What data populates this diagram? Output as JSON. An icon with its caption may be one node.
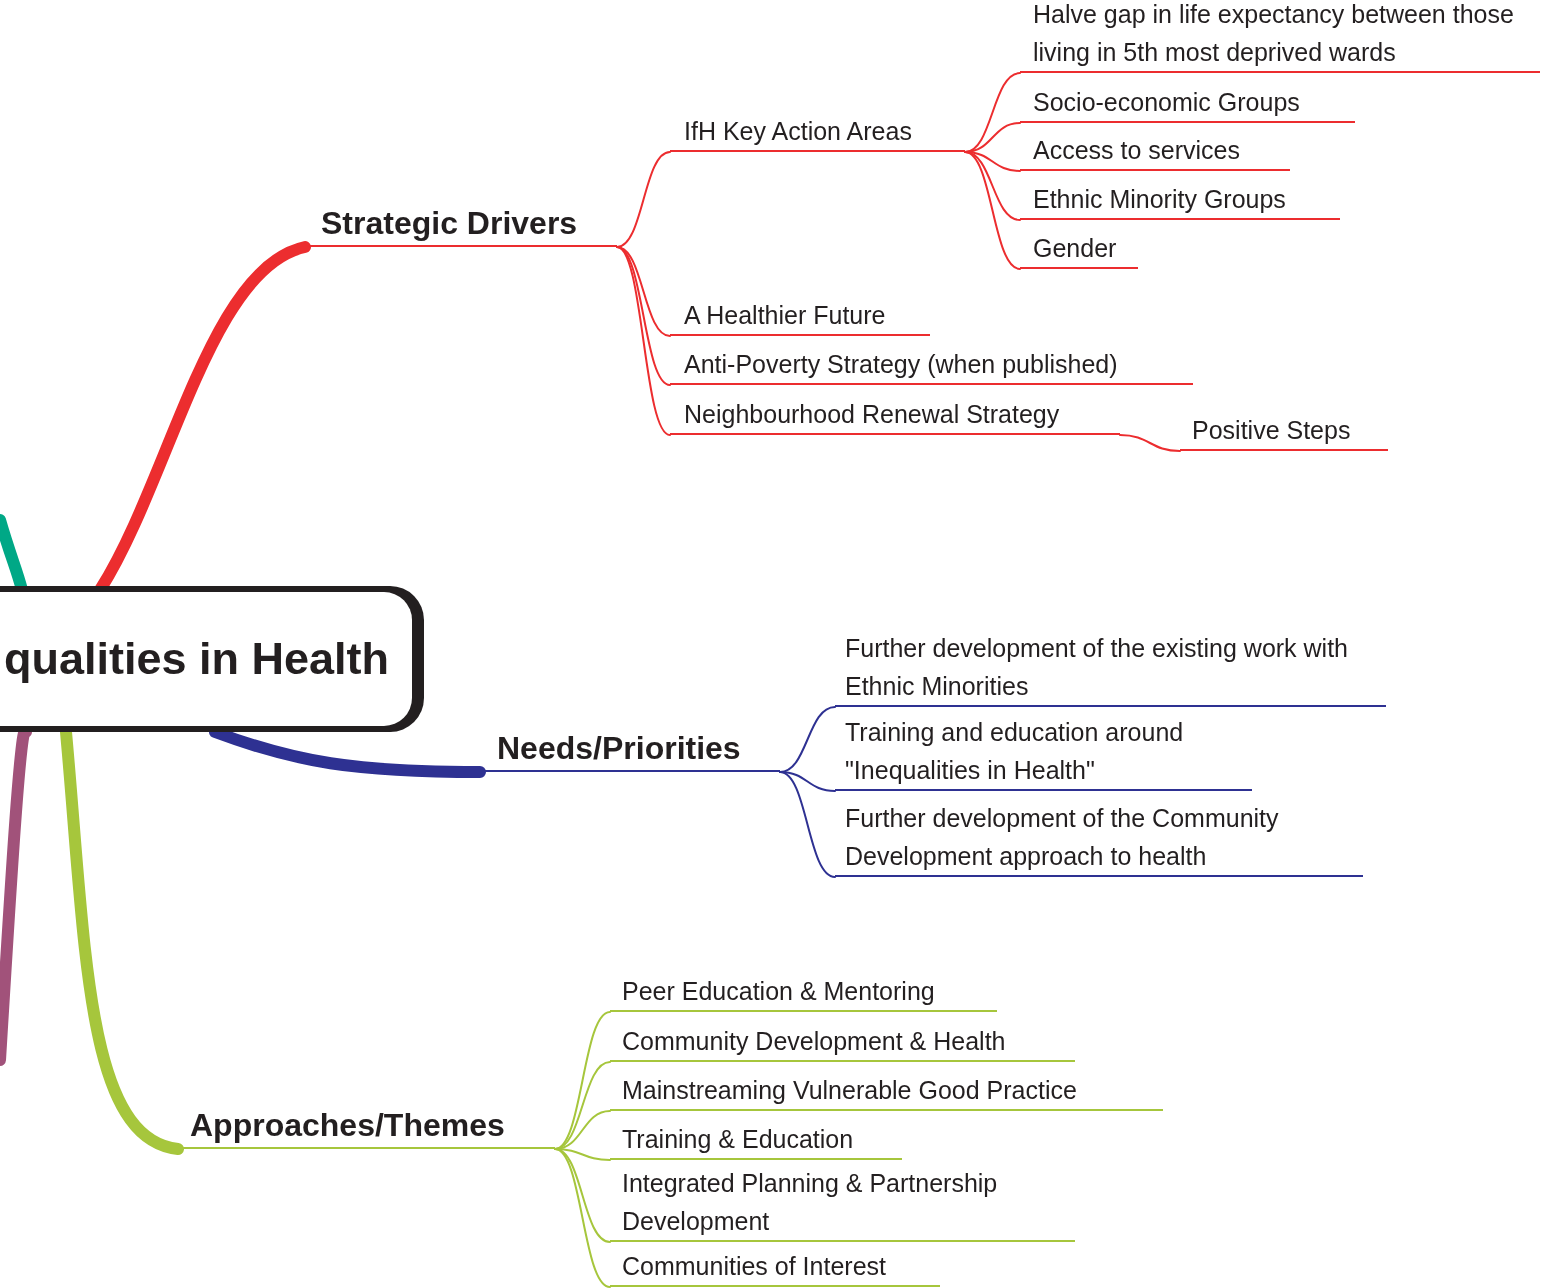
{
  "diagram": {
    "nodes": [
      {
        "text": [
          "qualities in Health"
        ]
      },
      {
        "text": [
          "Strategic Drivers"
        ]
      },
      {
        "text": [
          "IfH Key Action Areas"
        ]
      },
      {
        "text": [
          "Halve gap in life expectancy between those living in 5th most deprived wards"
        ]
      },
      {
        "text": [
          "Socio-economic Groups"
        ]
      },
      {
        "text": [
          "Access to services"
        ]
      },
      {
        "text": [
          "Ethnic Minority Groups"
        ]
      },
      {
        "text": [
          "Gender"
        ]
      },
      {
        "text": [
          "A Healthier Future"
        ]
      },
      {
        "text": [
          "Anti-Poverty Strategy (when published)"
        ]
      },
      {
        "text": [
          "Neighbourhood Renewal Strategy"
        ]
      },
      {
        "text": [
          "Positive Steps"
        ]
      },
      {
        "text": [
          "Needs/Priorities"
        ]
      },
      {
        "text": [
          "Further development of the existing work with Ethnic Minorities"
        ]
      },
      {
        "text": [
          "Training and education around \"Inequalities in Health\""
        ]
      },
      {
        "text": [
          "Further development of the Community Development approach to health"
        ]
      },
      {
        "text": [
          "Approaches/Themes"
        ]
      },
      {
        "text": [
          "Peer Education & Mentoring"
        ]
      },
      {
        "text": [
          "Community Development & Health"
        ]
      },
      {
        "text": [
          "Mainstreaming Vulnerable Good Practice"
        ]
      },
      {
        "text": [
          "Training & Education"
        ]
      },
      {
        "text": [
          "Integrated Planning & Partnership Development"
        ]
      },
      {
        "text": [
          "Communities of Interest"
        ]
      }
    ],
    "edges": [
      {
        "from": 0,
        "to": 1,
        "arrow": "none",
        "style": "thick",
        "color": "#ec2d2f"
      },
      {
        "from": 1,
        "to": 2,
        "arrow": "none",
        "color": "#ec2d2f"
      },
      {
        "from": 2,
        "to": 3,
        "arrow": "none",
        "color": "#ec2d2f"
      },
      {
        "from": 2,
        "to": 4,
        "arrow": "none",
        "color": "#ec2d2f"
      },
      {
        "from": 2,
        "to": 5,
        "arrow": "none",
        "color": "#ec2d2f"
      },
      {
        "from": 2,
        "to": 6,
        "arrow": "none",
        "color": "#ec2d2f"
      },
      {
        "from": 2,
        "to": 7,
        "arrow": "none",
        "color": "#ec2d2f"
      },
      {
        "from": 1,
        "to": 8,
        "arrow": "none",
        "color": "#ec2d2f"
      },
      {
        "from": 1,
        "to": 9,
        "arrow": "none",
        "color": "#ec2d2f"
      },
      {
        "from": 1,
        "to": 10,
        "arrow": "none",
        "color": "#ec2d2f"
      },
      {
        "from": 10,
        "to": 11,
        "arrow": "none",
        "color": "#ec2d2f"
      },
      {
        "from": 0,
        "to": 12,
        "arrow": "none",
        "style": "thick",
        "color": "#2e3192"
      },
      {
        "from": 12,
        "to": 13,
        "arrow": "none",
        "color": "#2e3192"
      },
      {
        "from": 12,
        "to": 14,
        "arrow": "none",
        "color": "#2e3192"
      },
      {
        "from": 12,
        "to": 15,
        "arrow": "none",
        "color": "#2e3192"
      },
      {
        "from": 0,
        "to": 16,
        "arrow": "none",
        "style": "thick",
        "color": "#a6c63c"
      },
      {
        "from": 16,
        "to": 17,
        "arrow": "none",
        "color": "#a6c63c"
      },
      {
        "from": 16,
        "to": 18,
        "arrow": "none",
        "color": "#a6c63c"
      },
      {
        "from": 16,
        "to": 19,
        "arrow": "none",
        "color": "#a6c63c"
      },
      {
        "from": 16,
        "to": 20,
        "arrow": "none",
        "color": "#a6c63c"
      },
      {
        "from": 16,
        "to": 21,
        "arrow": "none",
        "color": "#a6c63c"
      },
      {
        "from": 16,
        "to": 22,
        "arrow": "none",
        "color": "#a6c63c"
      },
      {
        "from": 0,
        "to": null,
        "arrow": "none",
        "style": "thick",
        "color": "#00a886"
      },
      {
        "from": 0,
        "to": null,
        "arrow": "none",
        "style": "thick",
        "color": "#a1527a"
      }
    ]
  }
}
